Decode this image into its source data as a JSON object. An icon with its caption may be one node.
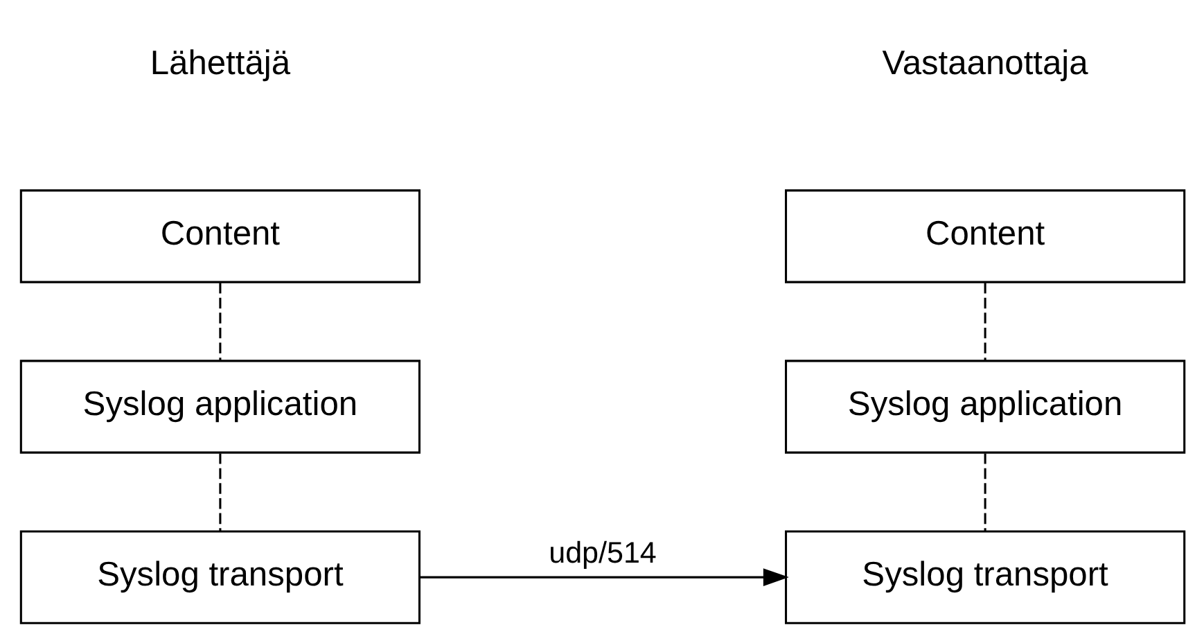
{
  "diagram": {
    "nodes": [
      {
        "text": [
          "Content"
        ]
      },
      {
        "text": [
          "Syslog application"
        ]
      },
      {
        "text": [
          "Syslog transport"
        ]
      },
      {
        "text": [
          "Content"
        ]
      },
      {
        "text": [
          "Syslog application"
        ]
      },
      {
        "text": [
          "Syslog transport"
        ]
      }
    ],
    "edges": [
      {
        "from": 0,
        "to": 1,
        "arrow": "none",
        "style": "dashed"
      },
      {
        "from": 1,
        "to": 2,
        "arrow": "none",
        "style": "dashed"
      },
      {
        "from": 3,
        "to": 4,
        "arrow": "none",
        "style": "dashed"
      },
      {
        "from": 4,
        "to": 5,
        "arrow": "none",
        "style": "dashed"
      },
      {
        "from": 2,
        "to": 5,
        "arrow": "to",
        "label": "udp/514"
      }
    ],
    "labels": [
      "Lähettäjä",
      "Vastaanottaja"
    ]
  }
}
